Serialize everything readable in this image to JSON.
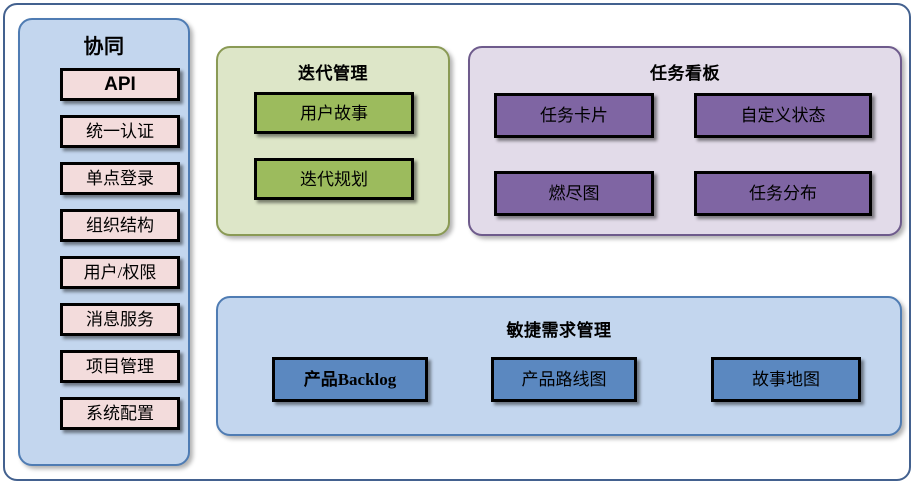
{
  "diagram": {
    "title_hidden": "",
    "colors": {
      "frame_border": "#43618f",
      "panel_blue_bg": "#c3d6ee",
      "panel_blue_border": "#4f7cb3",
      "panel_green_bg": "#dde6c8",
      "panel_green_border": "#8a9a55",
      "panel_purple_bg": "#e2dbe9",
      "panel_purple_border": "#6e5b8c",
      "box_pink": "#f3dcdc",
      "box_green": "#9cbb5d",
      "box_purple": "#7f65a3",
      "box_blue": "#5b88c0",
      "box_border": "#000000"
    }
  },
  "collaboration": {
    "title": "协同",
    "items": [
      {
        "label": "API"
      },
      {
        "label": "统一认证"
      },
      {
        "label": "单点登录"
      },
      {
        "label": "组织结构"
      },
      {
        "label": "用户/权限"
      },
      {
        "label": "消息服务"
      },
      {
        "label": "项目管理"
      },
      {
        "label": "系统配置"
      }
    ]
  },
  "iteration": {
    "title": "迭代管理",
    "items": [
      {
        "label": "用户故事"
      },
      {
        "label": "迭代规划"
      }
    ]
  },
  "taskboard": {
    "title": "任务看板",
    "items": [
      {
        "label": "任务卡片"
      },
      {
        "label": "自定义状态"
      },
      {
        "label": "燃尽图"
      },
      {
        "label": "任务分布"
      }
    ]
  },
  "agile": {
    "title": "敏捷需求管理",
    "items": [
      {
        "label": "产品Backlog"
      },
      {
        "label": "产品路线图"
      },
      {
        "label": "故事地图"
      }
    ]
  }
}
